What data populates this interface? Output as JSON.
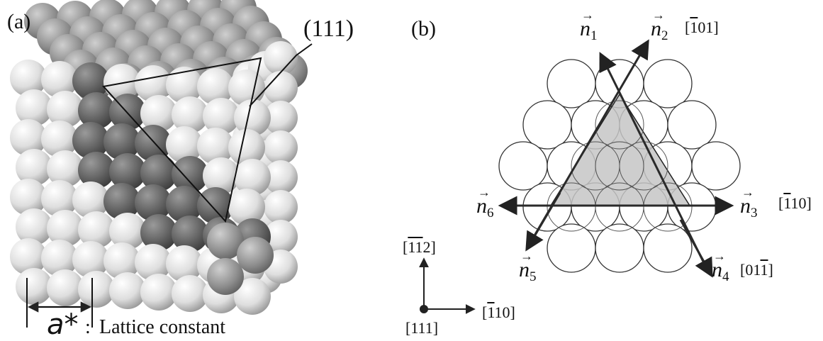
{
  "panel_a": {
    "label": "(a)",
    "plane_label": "(111)",
    "lattice_symbol": "a*",
    "lattice_colon": ":",
    "lattice_caption": "Lattice constant"
  },
  "panel_b": {
    "label": "(b)",
    "vectors": [
      {
        "name": "n",
        "index": "1"
      },
      {
        "name": "n",
        "index": "2"
      },
      {
        "name": "n",
        "index": "3"
      },
      {
        "name": "n",
        "index": "4"
      },
      {
        "name": "n",
        "index": "5"
      },
      {
        "name": "n",
        "index": "6"
      }
    ],
    "direction_labels": {
      "n2": {
        "open": "[",
        "bar": "1",
        "rest": "01]"
      },
      "n3": {
        "open": "[",
        "bar": "1",
        "rest": "10]"
      },
      "n4": {
        "open": "[01",
        "bar": "1",
        "rest": "]"
      }
    },
    "axes": {
      "vertical": {
        "open": "[",
        "bar": "11",
        "rest": "2]"
      },
      "horizontal": {
        "open": "[",
        "bar": "1",
        "rest": "10]"
      },
      "origin": "[111]"
    }
  },
  "colors": {
    "sphere_dark": "#5e5e5e",
    "sphere_light": "#e6e6e6",
    "triangle_fill": "#c6c6c6",
    "line": "#111111"
  }
}
